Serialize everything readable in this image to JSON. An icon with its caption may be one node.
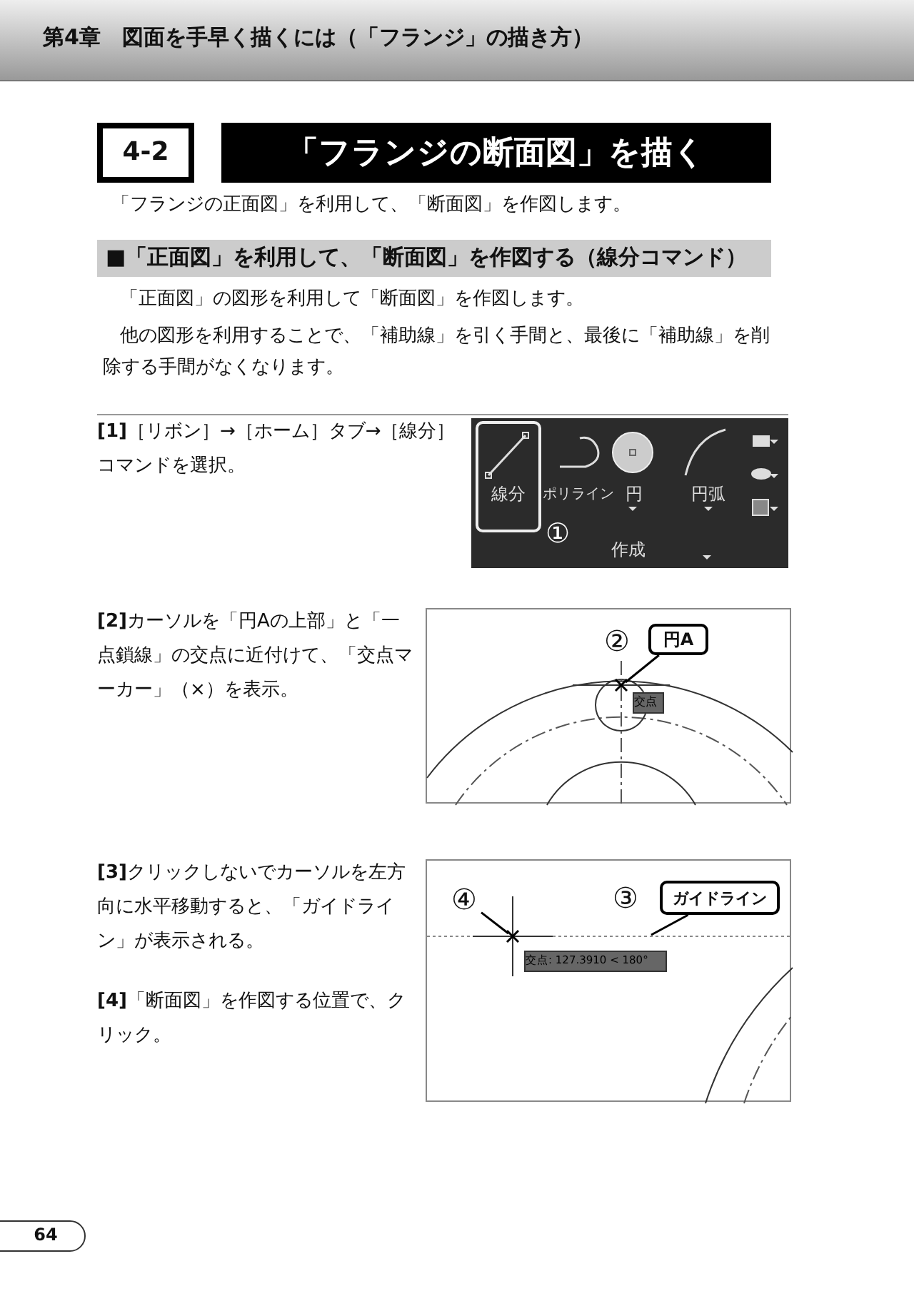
{
  "diagram": {
    "title": "「フランジの断面図」を描く",
    "nodes": [
      {
        "text": [
          "円A"
        ]
      },
      {
        "text": [
          "④"
        ]
      },
      {
        "text": [
          "ガイドライン"
        ]
      }
    ],
    "edges": [
      {
        "from": 0,
        "to": null,
        "arrow": "none"
      },
      {
        "from": 1,
        "to": null,
        "arrow": "none"
      },
      {
        "from": 2,
        "to": null,
        "arrow": "none"
      }
    ],
    "labels": [
      "第4章　図面を手早く描くには（「フランジ」の描き方）",
      "4-2",
      "「フランジの正面図」を利用して、「断面図」を作図します。",
      "■「正面図」を利用して、「断面図」を作図する（線分コマンド）",
      "「正面図」の図形を利用して「断面図」を作図します。",
      "他の図形を利用することで、「補助線」を引く手間と、最後に「補助線」を削除する手間がなくなります。",
      "**[1]**［リボン］→［ホーム］タブ→［線分］コマンドを選択。",
      "線分",
      "ポリライン",
      "円",
      "円弧",
      "①",
      "作成",
      "**[2]**カーソルを「円Aの上部」と「一点鎖線」の交点に近付けて、「交点マーカー」（×）を表示。",
      "②",
      "交点",
      "**[3]**クリックしないでカーソルを左方向に水平移動すると、「ガイドライン」が表示される。",
      "**[4]**「断面図」を作図する位置で、クリック。",
      "③",
      "交点: 127.3910 < 180°",
      "64"
    ]
  }
}
